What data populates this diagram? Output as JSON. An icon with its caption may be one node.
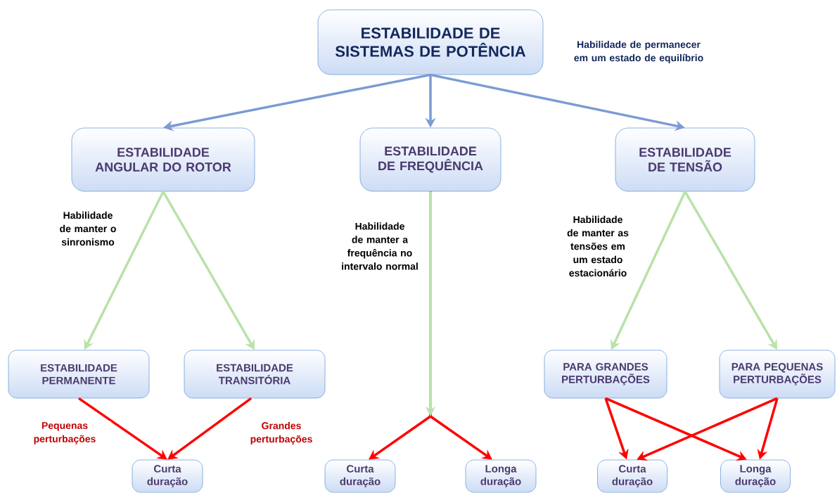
{
  "diagram": {
    "nodes": [
      {
        "text": [
          "ESTABILIDADE DE SISTEMAS DE POTÊNCIA"
        ],
        "beside": [
          "Habilidade de permanecer em um estado de equilíbrio"
        ]
      },
      {
        "text": [
          "ESTABILIDADE ANGULAR DO ROTOR"
        ],
        "beside": [
          "Habilidade de manter o sinronismo"
        ]
      },
      {
        "text": [
          "ESTABILIDADE DE FREQUÊNCIA"
        ],
        "beside": [
          "Habilidade de manter a frequência no intervalo normal"
        ]
      },
      {
        "text": [
          "ESTABILIDADE DE TENSÃO"
        ],
        "beside": [
          "Habilidade de manter as tensões em um estado estacionário"
        ]
      },
      {
        "text": [
          "ESTABILIDADE PERMANENTE"
        ]
      },
      {
        "text": [
          "ESTABILIDADE TRANSITÓRIA"
        ]
      },
      {
        "text": [
          "PARA GRANDES PERTURBAÇÕES"
        ]
      },
      {
        "text": [
          "PARA PEQUENAS PERTURBAÇÕES"
        ]
      },
      {
        "text": [
          "Curta duração"
        ]
      },
      {
        "text": [
          "Curta duração"
        ]
      },
      {
        "text": [
          "Longa duração"
        ]
      },
      {
        "text": [
          "Curta duração"
        ]
      },
      {
        "text": [
          "Longa duração"
        ]
      }
    ],
    "edges": [
      {
        "from": 0,
        "to": 1,
        "arrow": "to",
        "color": "#7b9bd2"
      },
      {
        "from": 0,
        "to": 2,
        "arrow": "to",
        "color": "#7b9bd2"
      },
      {
        "from": 0,
        "to": 3,
        "arrow": "to",
        "color": "#7b9bd2"
      },
      {
        "from": 1,
        "to": 4,
        "arrow": "to",
        "color": "#b9e2a9"
      },
      {
        "from": 1,
        "to": 5,
        "arrow": "to",
        "color": "#b9e2a9"
      },
      {
        "from": 3,
        "to": 6,
        "arrow": "to",
        "color": "#b9e2a9"
      },
      {
        "from": 3,
        "to": 7,
        "arrow": "to",
        "color": "#b9e2a9"
      },
      {
        "from": 2,
        "to": 9,
        "arrow": "to",
        "color": "#ff0000"
      },
      {
        "from": 2,
        "to": 10,
        "arrow": "to",
        "color": "#ff0000"
      },
      {
        "from": 4,
        "to": 8,
        "arrow": "to",
        "label": "Pequenas perturbações",
        "color": "#ff0000"
      },
      {
        "from": 5,
        "to": 8,
        "arrow": "to",
        "label": "Grandes perturbações",
        "color": "#ff0000"
      },
      {
        "from": 6,
        "to": 11,
        "arrow": "to",
        "color": "#ff0000"
      },
      {
        "from": 6,
        "to": 12,
        "arrow": "to",
        "color": "#ff0000"
      },
      {
        "from": 7,
        "to": 11,
        "arrow": "to",
        "color": "#ff0000"
      },
      {
        "from": 7,
        "to": 12,
        "arrow": "to",
        "color": "#ff0000"
      }
    ]
  }
}
